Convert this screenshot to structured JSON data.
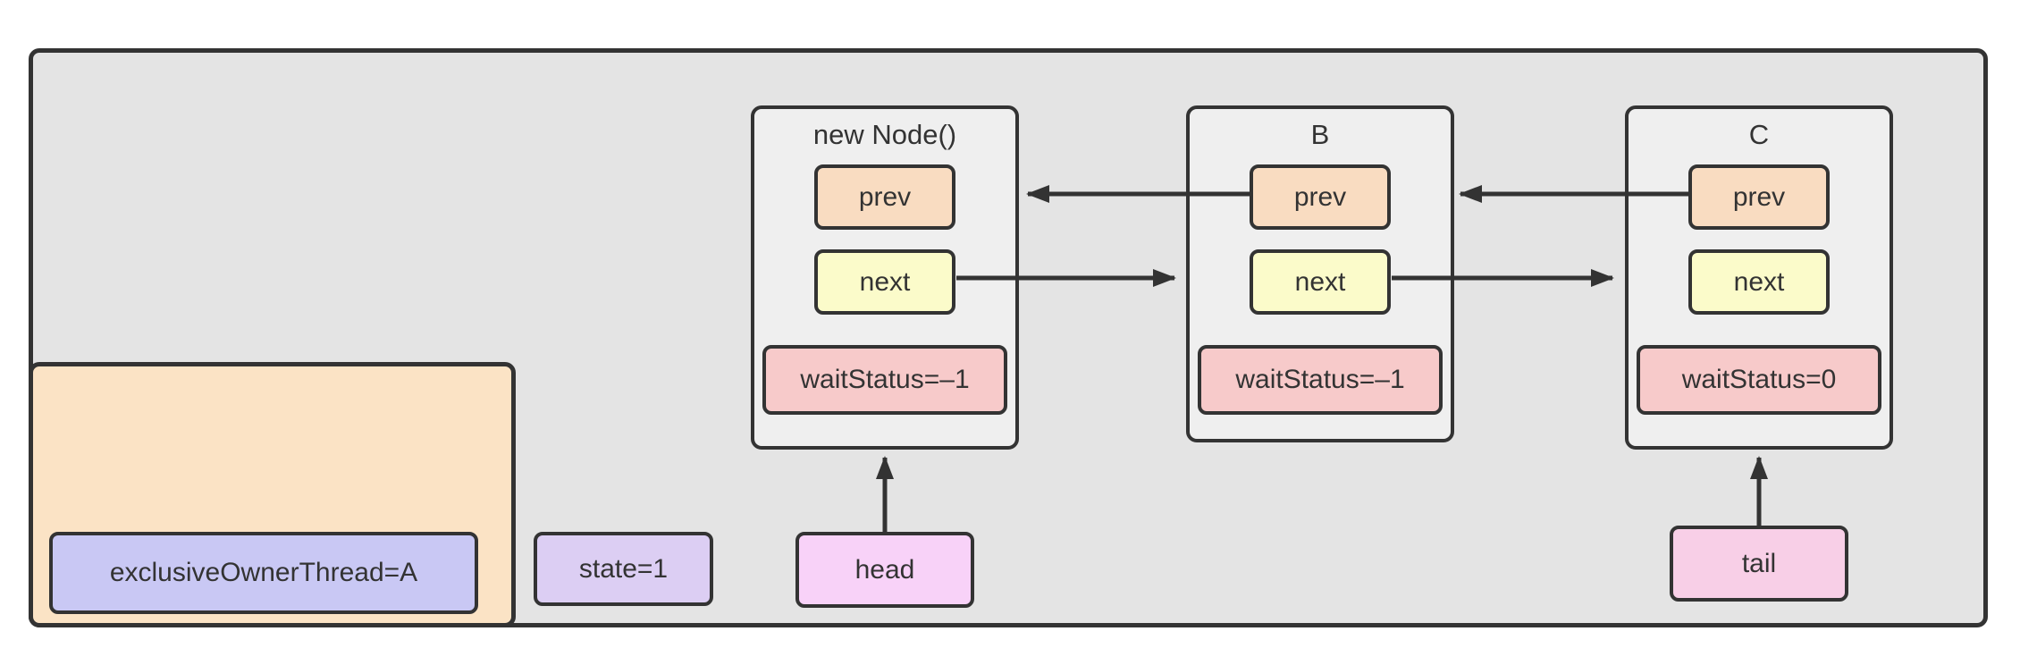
{
  "colors": {
    "canvas_bg": "#ffffff",
    "container_fill": "#e4e4e4",
    "node_fill": "#efefef",
    "border": "#333333",
    "text": "#333333",
    "prev_fill": "#f9dcc1",
    "next_fill": "#fbfbca",
    "wait_fill": "#f7caca",
    "owner_panel_fill": "#fbe3c5",
    "owner_fill": "#c9c8f4",
    "state_fill": "#dccef3",
    "head_fill": "#f8d2f8",
    "tail_fill": "#f8cfe7",
    "arrow": "#333333"
  },
  "nodes": [
    {
      "title": "new Node()",
      "prev": "prev",
      "next": "next",
      "wait_status": "waitStatus=–1"
    },
    {
      "title": "B",
      "prev": "prev",
      "next": "next",
      "wait_status": "waitStatus=–1"
    },
    {
      "title": "C",
      "prev": "prev",
      "next": "next",
      "wait_status": "waitStatus=0"
    }
  ],
  "sync_state": {
    "exclusive_owner": "exclusiveOwnerThread=A",
    "state": "state=1"
  },
  "pointers": {
    "head": "head",
    "tail": "tail"
  },
  "edges": [
    {
      "from": "B.prev",
      "to": "new Node()"
    },
    {
      "from": "C.prev",
      "to": "B"
    },
    {
      "from": "new Node().next",
      "to": "B"
    },
    {
      "from": "B.next",
      "to": "C"
    },
    {
      "from": "head",
      "to": "new Node()"
    },
    {
      "from": "tail",
      "to": "C"
    }
  ]
}
